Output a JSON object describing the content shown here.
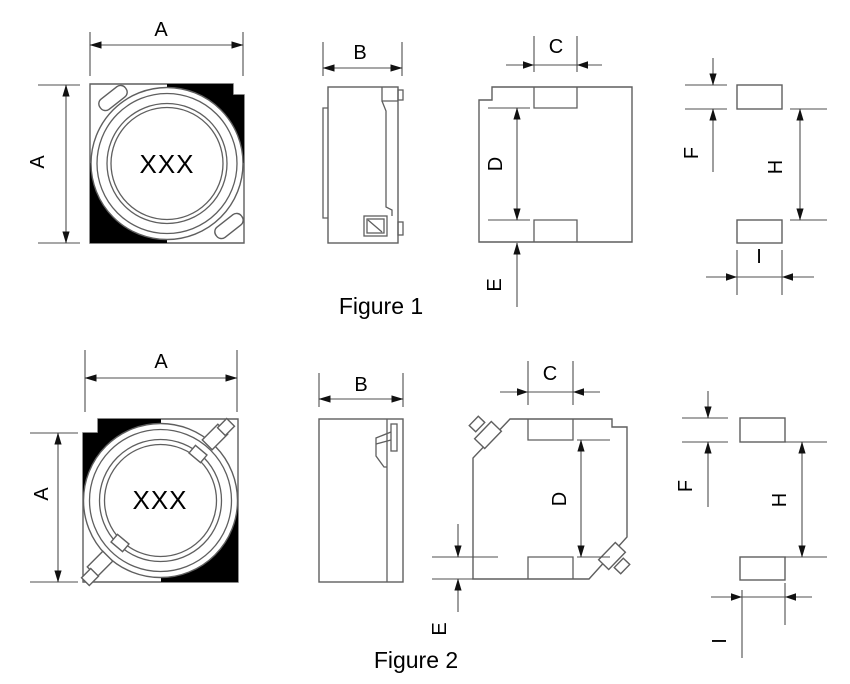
{
  "figure1": {
    "caption": "Figure 1",
    "marking": "XXX",
    "labels": {
      "width": "A",
      "height": "A",
      "thickness": "B",
      "pad_width": "C",
      "pad_span": "D",
      "pad_inset": "E",
      "land_pad_height": "F",
      "land_span": "H",
      "land_pad_width": "I"
    }
  },
  "figure2": {
    "caption": "Figure 2",
    "marking": "XXX",
    "labels": {
      "width": "A",
      "height": "A",
      "thickness": "B",
      "pad_width": "C",
      "pad_span": "D",
      "pad_inset": "E",
      "land_pad_height": "F",
      "land_span": "H",
      "land_pad_width": "I"
    }
  }
}
